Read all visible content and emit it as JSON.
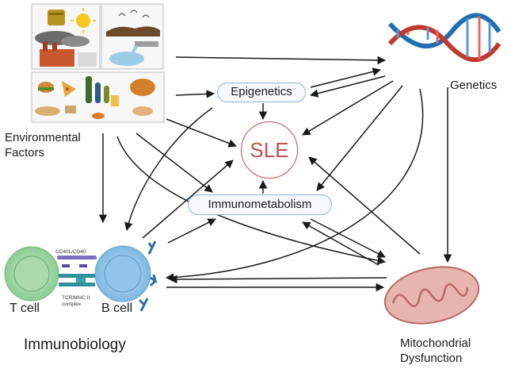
{
  "nodes": {
    "environmental_factors": "Environmental Factors",
    "genetics": "Genetics",
    "epigenetics": "Epigenetics",
    "sle": "SLE",
    "immunometabolism": "Immunometabolism",
    "immunobiology": "Immunobiology",
    "mitochondrial_dysfunction": "Mitochondrial Dysfunction",
    "t_cell": "T cell",
    "b_cell": "B cell",
    "cd40l_cd40": "CD40L/CD40",
    "tcr_mhc": "TCR/MHC II complex"
  },
  "colors": {
    "sle_accent": "#c0504d",
    "pill_border": "#8fb4d6",
    "t_cell": "#9fd4a4",
    "b_cell": "#8fc3e6",
    "dna_red": "#c0392b",
    "dna_blue": "#1f6fb2",
    "mitochondria": "#e8b4b0",
    "arrow": "#1a1a1a"
  }
}
